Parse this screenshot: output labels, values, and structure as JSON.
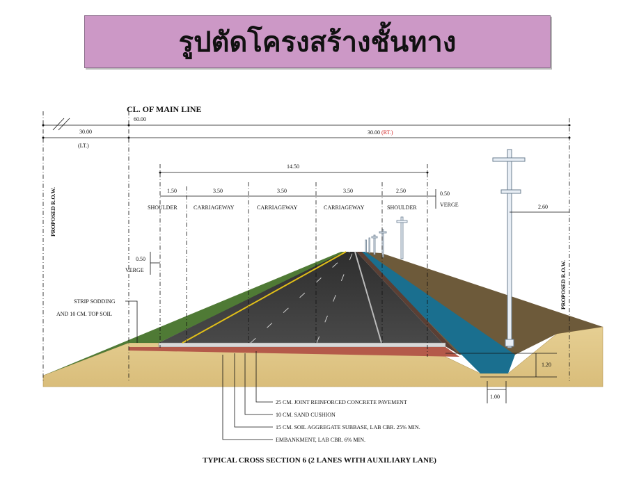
{
  "title": "รูปตัดโครงสร้างชั้นทาง",
  "centerline_label": "CL. OF MAIN LINE",
  "total_width": "60.00",
  "left_width": "30.00",
  "left_side": "(LT.)",
  "right_width": "30.00",
  "right_side": "(RT.)",
  "pavement_width": "14.50",
  "lanes": [
    {
      "width": "1.50",
      "label": "SHOULDER"
    },
    {
      "width": "3.50",
      "label": "CARRIAGEWAY"
    },
    {
      "width": "3.50",
      "label": "CARRIAGEWAY"
    },
    {
      "width": "3.50",
      "label": "CARRIAGEWAY"
    },
    {
      "width": "2.50",
      "label": "SHOULDER"
    }
  ],
  "right_verge": {
    "width": "0.50",
    "label": "VERGE"
  },
  "left_verge": {
    "width": "0.50",
    "label": "VERGE"
  },
  "pole_offset": "2.60",
  "row_left": "PROPOSED R.O.W.",
  "row_right": "PROPOSED R.O.W.",
  "sodding_line1": "STRIP SODDING",
  "sodding_line2": "AND 10 CM. TOP SOIL",
  "ditch_depth": "1.20",
  "ditch_width": "1.00",
  "layers": [
    "25 CM. JOINT REINFORCED CONCRETE PAVEMENT",
    "10 CM. SAND CUSHION",
    "15 CM. SOIL AGGREGATE SUBBASE, LAB CBR. 25% MIN.",
    "EMBANKMENT, LAB CBR. 6% MIN."
  ],
  "caption": "TYPICAL CROSS SECTION 6 (2 LANES WITH AUXILIARY LANE)",
  "colors": {
    "title_bg": "#cc98c6",
    "asphalt": "#3c3c3c",
    "embankment": "#e2c98a",
    "slope_green": "#4f7a35",
    "slope_brown": "#6d5a3a",
    "ditch_water": "#1a6f8f",
    "rt_red": "#d02020",
    "lane_yellow": "#e2c018"
  }
}
